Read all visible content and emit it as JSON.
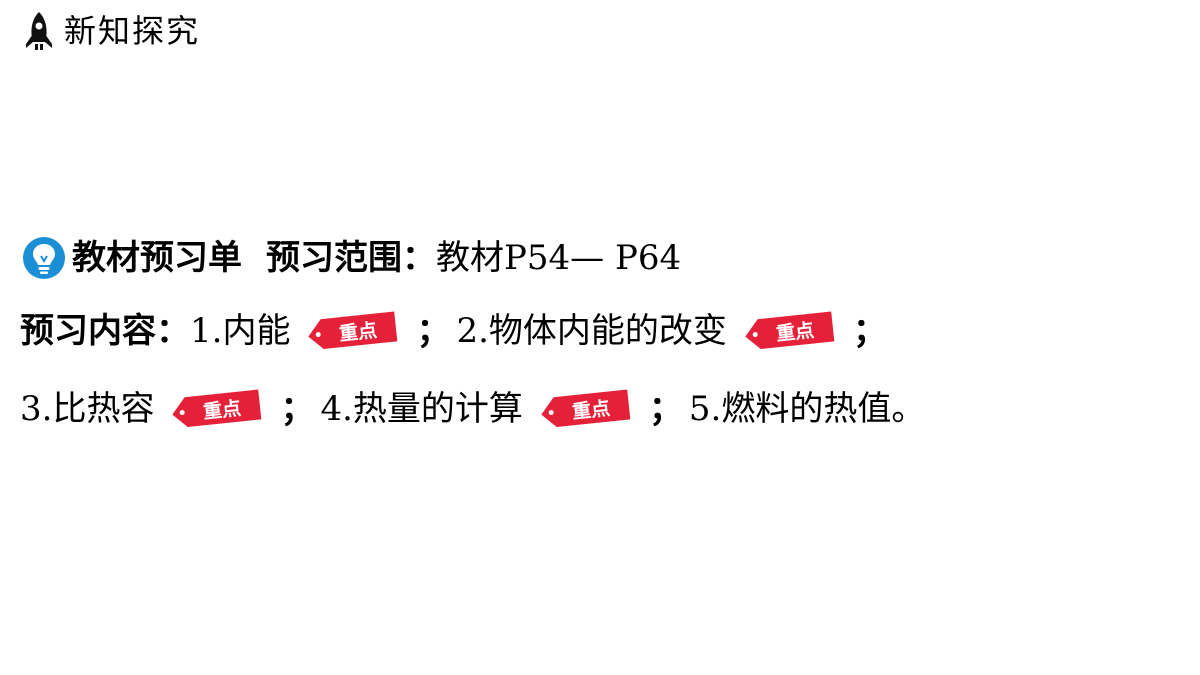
{
  "header": {
    "icon": "rocket-icon",
    "title": "新知探究"
  },
  "section": {
    "icon": "lightbulb-icon",
    "heading": "教材预习单",
    "range_label": "预习范围：",
    "range_value": "教材P54—  P64"
  },
  "content": {
    "label": "预习内容：",
    "items": [
      {
        "text": "1.内能",
        "tag": "重点",
        "sep": "；"
      },
      {
        "text": "2.物体内能的改变",
        "tag": "重点",
        "sep": "；"
      },
      {
        "text": "3.比热容",
        "tag": "重点",
        "sep": "；"
      },
      {
        "text": "4.热量的计算",
        "tag": "重点",
        "sep": "；"
      },
      {
        "text": "5.燃料的热值。"
      }
    ]
  },
  "colors": {
    "tag_red": "#e5213a",
    "icon_blue": "#1b8fd6",
    "text": "#000000"
  }
}
